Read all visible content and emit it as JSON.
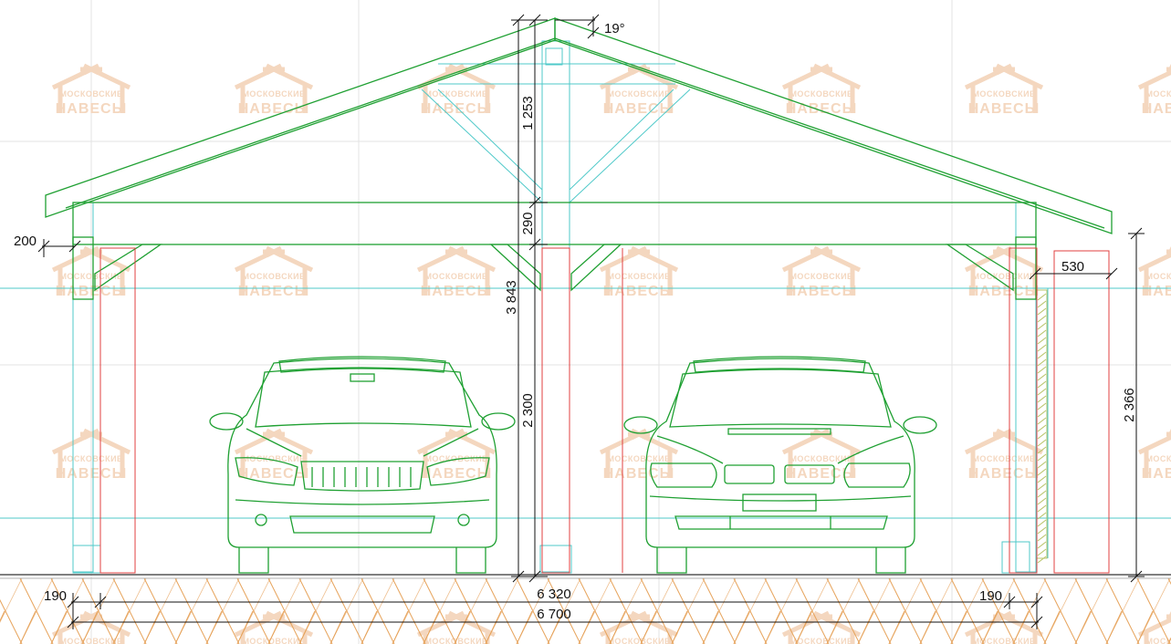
{
  "watermark": {
    "line1": "МОСКОВСКИЕ",
    "line2": "НАВЕСЫ"
  },
  "dimensions": {
    "roof_angle": "19°",
    "ridge_height": "1 253",
    "beam_height": "290",
    "total_height": "3 843",
    "clear_height": "2 300",
    "overhang": "200",
    "side_offset": "530",
    "side_height": "2 366",
    "post_left": "190",
    "post_right": "190",
    "inner_span": "6 320",
    "total_width": "6 700"
  },
  "colors": {
    "structure": "#1fa032",
    "outline": "#4fc9c9",
    "section": "#e04040",
    "ground_hatch": "#e6a25a",
    "watermark": "#f4d7bf"
  }
}
